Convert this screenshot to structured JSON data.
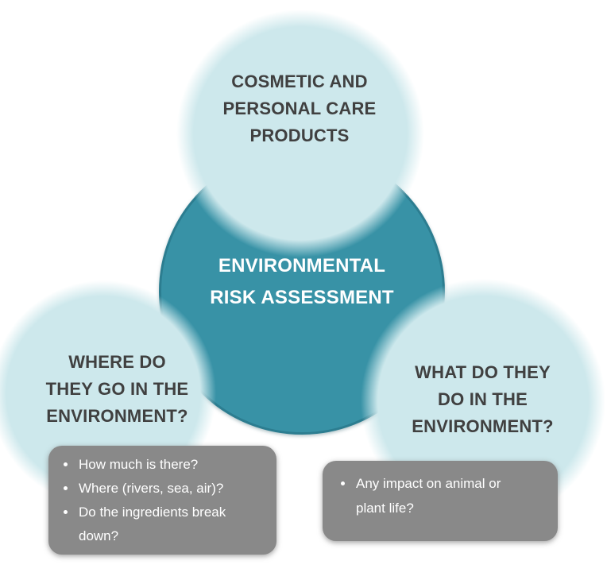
{
  "colors": {
    "light_circle": "#cde8ec",
    "teal_circle": "#3892a6",
    "teal_border": "#2c7d90",
    "gray_box": "#898989",
    "heading_text": "#404040",
    "white_text": "#ffffff"
  },
  "diagram": {
    "top_circle": {
      "lines": [
        "COSMETIC AND",
        "PERSONAL CARE",
        "PRODUCTS"
      ]
    },
    "center_circle": {
      "lines": [
        "ENVIRONMENTAL",
        "RISK ASSESSMENT"
      ]
    },
    "left_circle": {
      "lines": [
        "WHERE DO",
        "THEY GO IN THE",
        "ENVIRONMENT?"
      ]
    },
    "right_circle": {
      "lines": [
        "WHAT DO THEY",
        "DO IN THE",
        "ENVIRONMENT?"
      ]
    },
    "left_box": {
      "items": [
        "How much is there?",
        "Where (rivers, sea, air)?",
        "Do the ingredients break down?"
      ]
    },
    "right_box": {
      "items": [
        "Any impact on animal or plant life?"
      ]
    }
  }
}
